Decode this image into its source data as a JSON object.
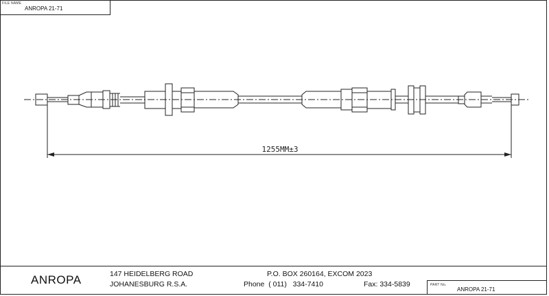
{
  "file_name_label": "FILE NAME",
  "file_name_value": "ANROPA 21-71",
  "dimension_label": "1255MM±3",
  "company": "ANROPA",
  "address_line1": "147 HEIDELBERG ROAD",
  "address_line2": "JOHANESBURG R.S.A.",
  "po_box": "P.O. BOX 260164, EXCOM 2023",
  "phone": "Phone  ( 011)   334-7410",
  "fax": "Fax: 334-5839",
  "part_no_label": "PART No.",
  "part_no_value": "ANROPA 21-71"
}
